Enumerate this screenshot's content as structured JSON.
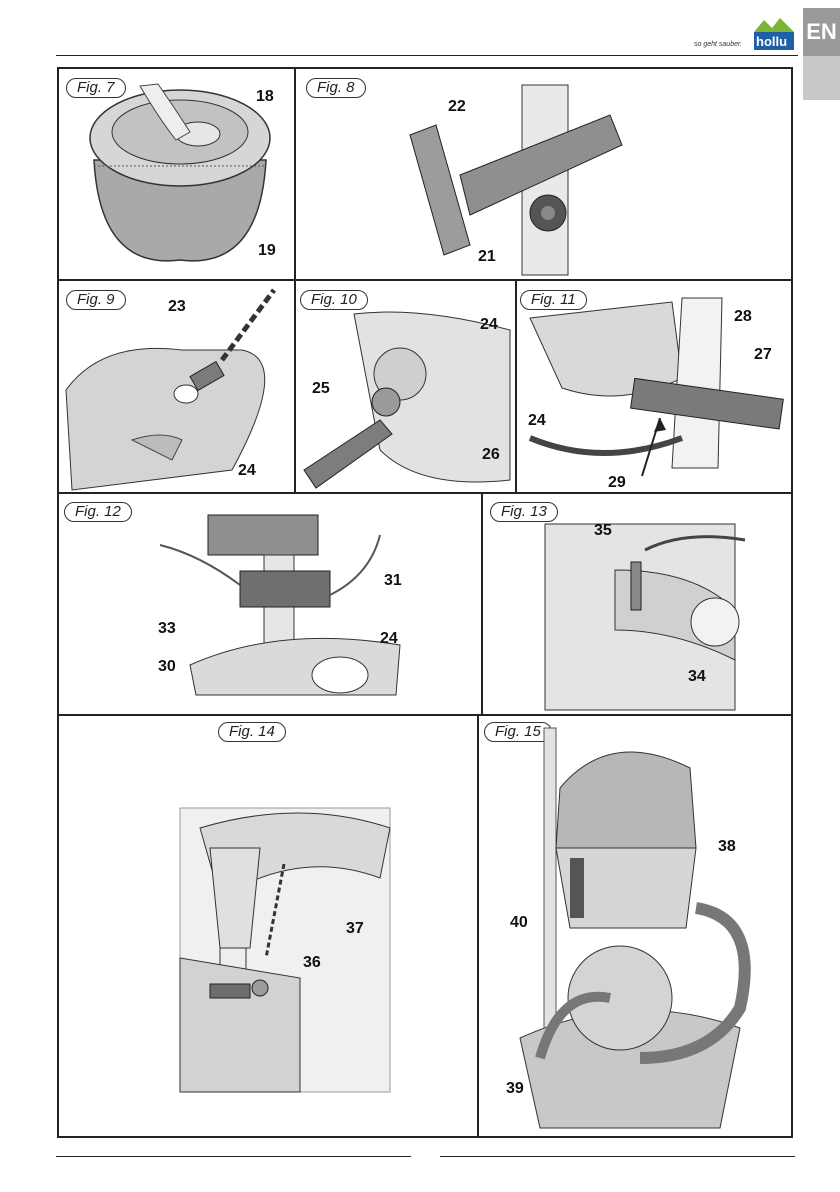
{
  "header": {
    "tagline": "so geht sauber.",
    "logo_text": "hollu",
    "lang_tab": "EN"
  },
  "figures": [
    {
      "label": "Fig. 7",
      "numbers": [
        "18",
        "19"
      ]
    },
    {
      "label": "Fig. 8",
      "numbers": [
        "22",
        "21"
      ]
    },
    {
      "label": "Fig. 9",
      "numbers": [
        "23",
        "24"
      ]
    },
    {
      "label": "Fig. 10",
      "numbers": [
        "24",
        "25",
        "26"
      ]
    },
    {
      "label": "Fig. 11",
      "numbers": [
        "28",
        "27",
        "24",
        "29"
      ]
    },
    {
      "label": "Fig. 12",
      "numbers": [
        "31",
        "33",
        "24",
        "30"
      ]
    },
    {
      "label": "Fig. 13",
      "numbers": [
        "35",
        "34"
      ]
    },
    {
      "label": "Fig. 14",
      "numbers": [
        "37",
        "36"
      ]
    },
    {
      "label": "Fig. 15",
      "numbers": [
        "38",
        "40",
        "39"
      ]
    }
  ],
  "colors": {
    "brand_blue": "#1f5fa8",
    "brand_green": "#7ab536",
    "illustration_gray": "#b9b9b9"
  }
}
